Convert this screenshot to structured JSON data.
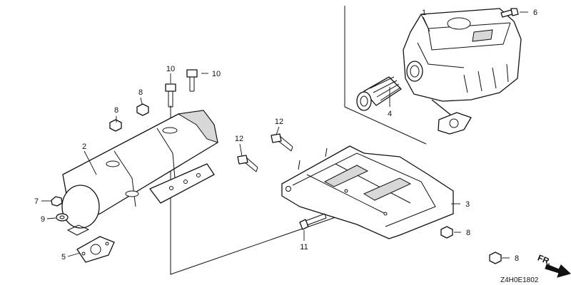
{
  "diagram": {
    "diagram_code": "Z4H0E1802",
    "front_label": "FR."
  },
  "parts": {
    "muffler": "1",
    "muffler_protector": "2",
    "muffler_stay": "3",
    "spark_arrester": "4",
    "exhaust_gasket": "5",
    "bolt_6": "6",
    "nut_7": "7",
    "nut_8": "8",
    "washer_9": "9",
    "bolt_10": "10",
    "bolt_11": "11",
    "bolt_12": "12"
  },
  "colors": {
    "line": "#111111",
    "shade": "#d8d8d8",
    "background": "#ffffff"
  }
}
